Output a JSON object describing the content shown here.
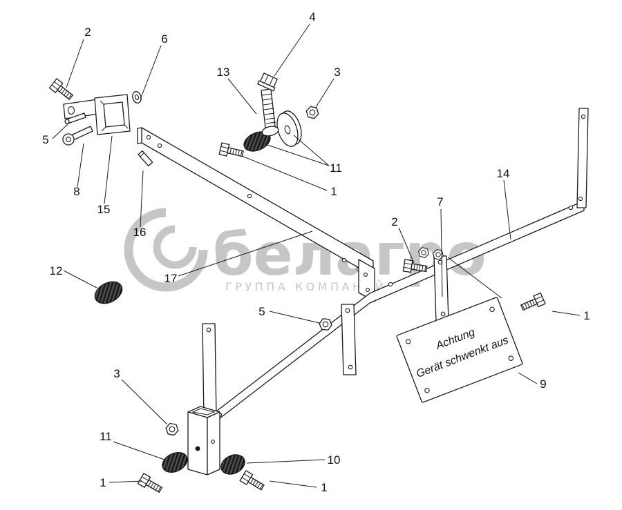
{
  "watermark": {
    "brand": "белагро",
    "subtitle": "ГРУППА КОМПАНИЙ"
  },
  "plate": {
    "line1": "Achtung",
    "line2": "Gerät schwenkt aus"
  },
  "callouts": [
    {
      "text": "2"
    },
    {
      "text": "6"
    },
    {
      "text": "4"
    },
    {
      "text": "13"
    },
    {
      "text": "3"
    },
    {
      "text": "11"
    },
    {
      "text": "1"
    },
    {
      "text": "14"
    },
    {
      "text": "5"
    },
    {
      "text": "8"
    },
    {
      "text": "15"
    },
    {
      "text": "16"
    },
    {
      "text": "17"
    },
    {
      "text": "12"
    },
    {
      "text": "2"
    },
    {
      "text": "7"
    },
    {
      "text": "5"
    },
    {
      "text": "1"
    },
    {
      "text": "3"
    },
    {
      "text": "11"
    },
    {
      "text": "1"
    },
    {
      "text": "10"
    },
    {
      "text": "1"
    },
    {
      "text": "9"
    }
  ],
  "colors": {
    "line": "#1a1a1a",
    "watermark": "#8f8f8f",
    "pad_fill": "#4f4f4f",
    "background": "#ffffff"
  }
}
